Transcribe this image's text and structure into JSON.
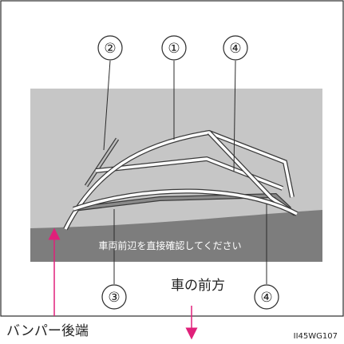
{
  "callouts": [
    {
      "label": "①"
    },
    {
      "label": "②"
    },
    {
      "label": "③"
    },
    {
      "label": "④"
    },
    {
      "label": "④"
    }
  ],
  "screen_text": "車両前辺を直接確認してください",
  "forward_label": "車の前方",
  "bumper_label": "バンパー後端",
  "figure_id": "II45WG107",
  "colors": {
    "screen_bg": "#c6c6c6",
    "bumper_band": "#7d7d7d",
    "guide_line": "#ffffff",
    "guide_outline": "#3a3a3a",
    "accent": "#e0207a"
  }
}
